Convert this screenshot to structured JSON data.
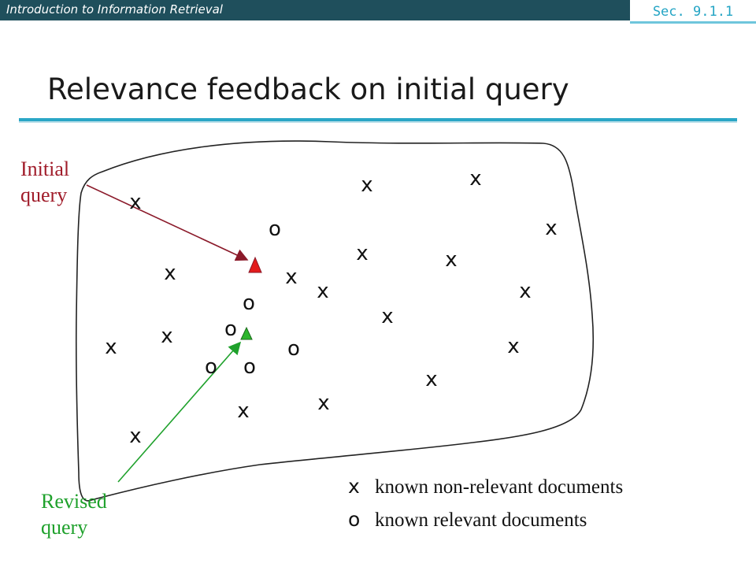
{
  "header": {
    "course_title": "Introduction to Information Retrieval",
    "section": "Sec. 9.1.1"
  },
  "slide": {
    "title": "Relevance feedback on initial query"
  },
  "labels": {
    "initial_query": [
      "Initial",
      "query"
    ],
    "revised_query": [
      "Revised",
      "query"
    ]
  },
  "markers": {
    "non_relevant": "x",
    "relevant": "o"
  },
  "legend": [
    {
      "symbol": "x",
      "text": "known non-relevant documents"
    },
    {
      "symbol": "o",
      "text": "known relevant documents"
    }
  ],
  "colors": {
    "header_bar": "#1f4f5c",
    "section_text": "#23a4c4",
    "rule": "#2aa6c6",
    "initial_query": "#a01c2a",
    "initial_triangle": "#e31b1b",
    "revised_query": "#1fa12c",
    "revised_triangle": "#2cb52c"
  }
}
